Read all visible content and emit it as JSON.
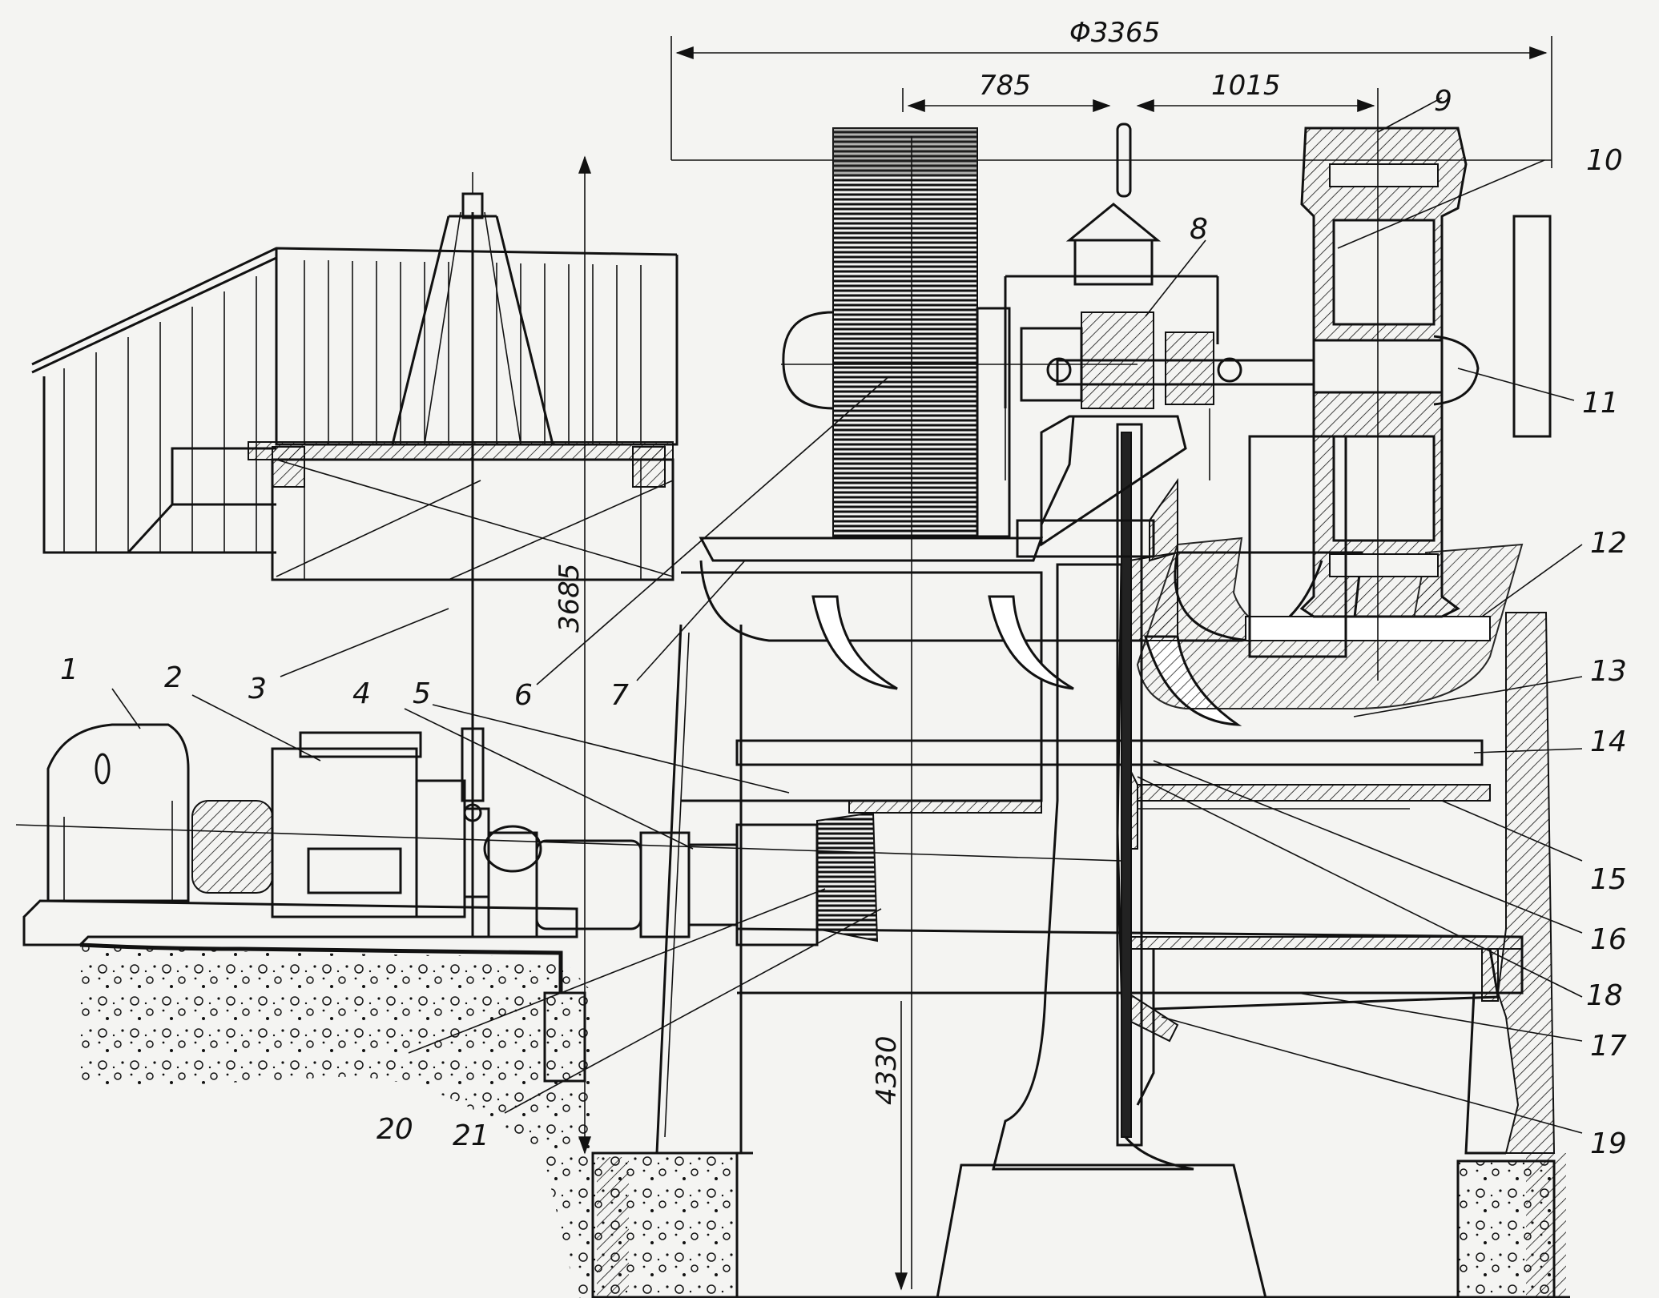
{
  "dimensions": {
    "diameter": "Φ3365",
    "d785": "785",
    "d1015": "1015",
    "h3685": "3685",
    "h4330": "4330"
  },
  "callouts": [
    "1",
    "2",
    "3",
    "4",
    "5",
    "6",
    "7",
    "8",
    "9",
    "10",
    "11",
    "12",
    "13",
    "14",
    "15",
    "16",
    "17",
    "18",
    "19",
    "20",
    "21"
  ]
}
